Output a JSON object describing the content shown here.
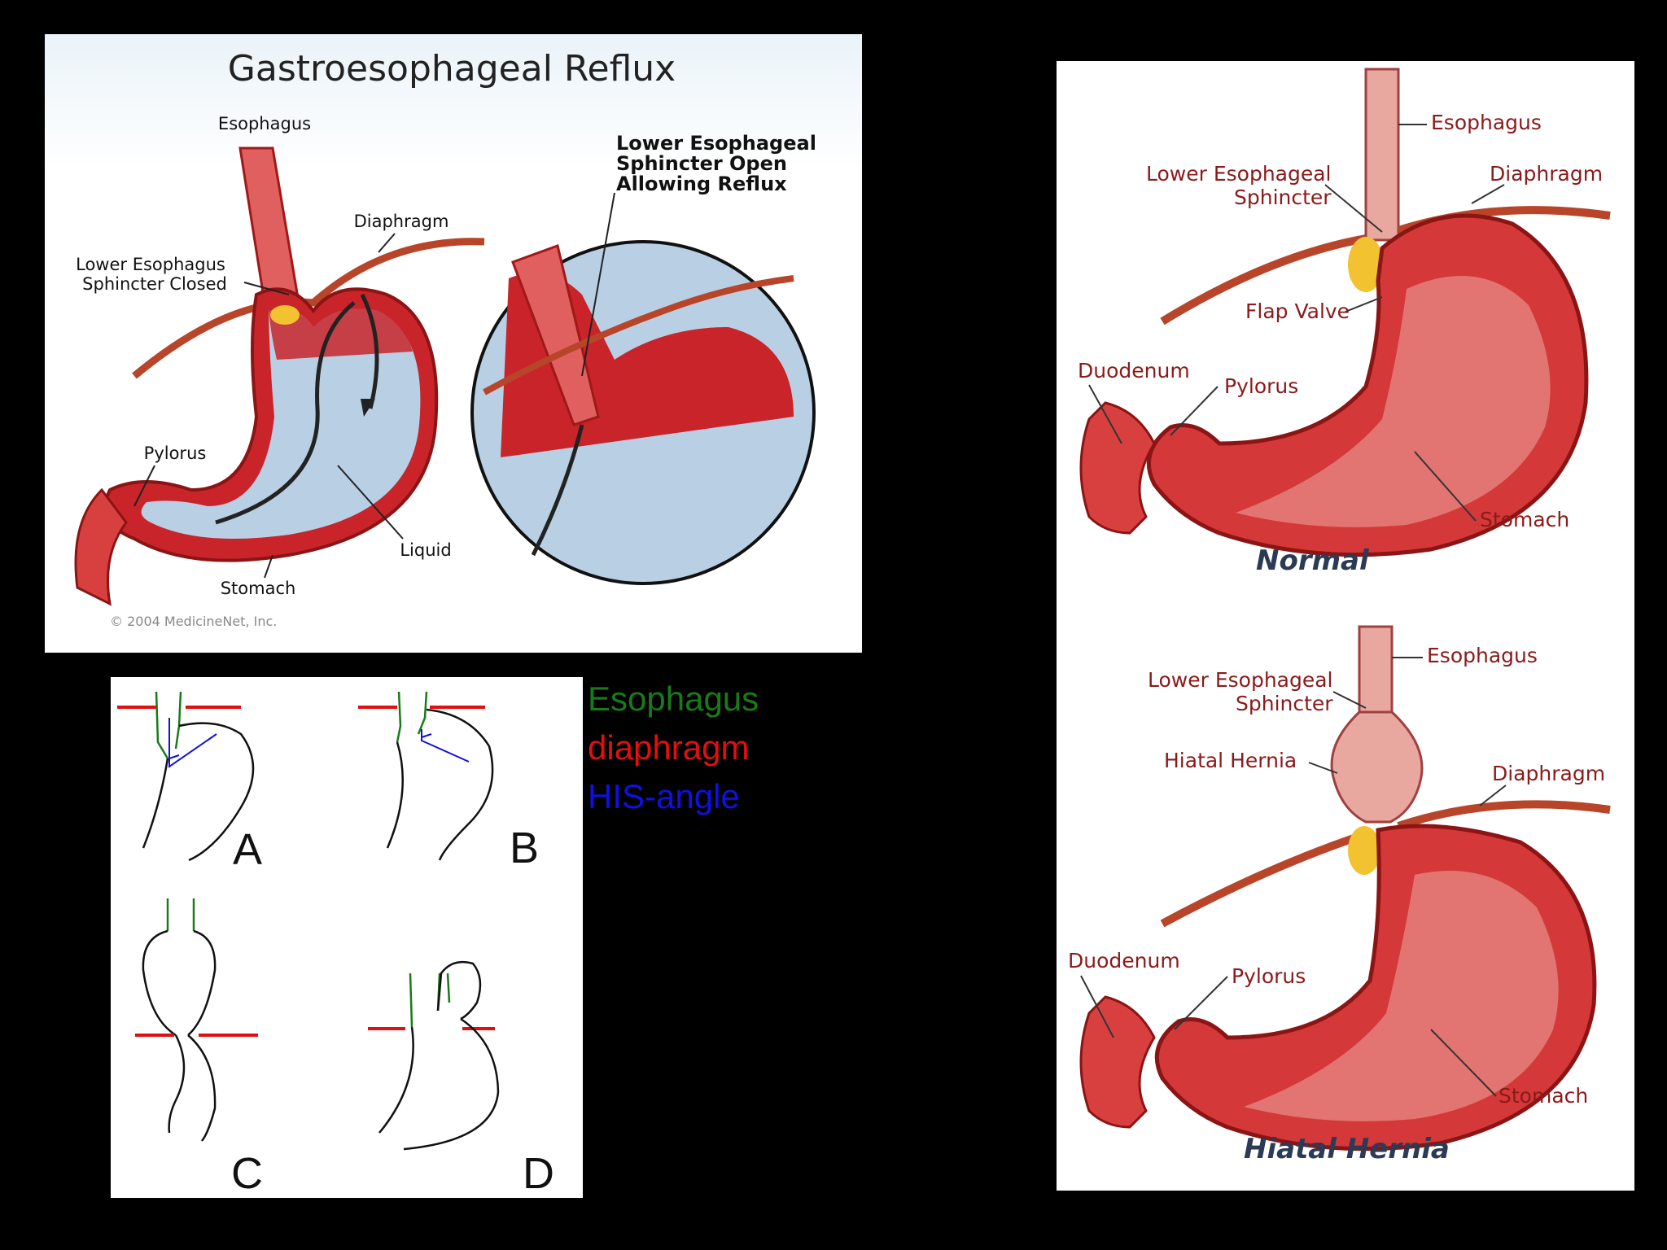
{
  "gerd": {
    "title": "Gastroesophageal Reflux",
    "labels": {
      "esophagus": "Esophagus",
      "diaphragm": "Diaphragm",
      "les_closed_1": "Lower Esophagus",
      "les_closed_2": "Sphincter Closed",
      "pylorus": "Pylorus",
      "liquid": "Liquid",
      "stomach": "Stomach",
      "les_open_1": "Lower Esophageal",
      "les_open_2": "Sphincter Open",
      "les_open_3": "Allowing Reflux"
    },
    "copyright": "© 2004 MedicineNet, Inc."
  },
  "schematic": {
    "letters": [
      "A",
      "B",
      "C",
      "D"
    ]
  },
  "legend": {
    "items": [
      {
        "label": "Esophagus",
        "color": "#1a7a1a"
      },
      {
        "label": "diaphragm",
        "color": "#e01010"
      },
      {
        "label": "HIS-angle",
        "color": "#1010e0"
      }
    ]
  },
  "anatomy": {
    "normal": {
      "esophagus": "Esophagus",
      "les_1": "Lower Esophageal",
      "les_2": "Sphincter",
      "diaphragm": "Diaphragm",
      "flap_valve": "Flap Valve",
      "duodenum": "Duodenum",
      "pylorus": "Pylorus",
      "stomach": "Stomach",
      "caption": "Normal"
    },
    "hernia": {
      "esophagus": "Esophagus",
      "les_1": "Lower Esophageal",
      "les_2": "Sphincter",
      "hiatal_hernia": "Hiatal Hernia",
      "diaphragm": "Diaphragm",
      "duodenum": "Duodenum",
      "pylorus": "Pylorus",
      "stomach": "Stomach",
      "caption": "Hiatal Hernia"
    }
  },
  "colors": {
    "tissue": "#c8242a",
    "tissue_light": "#e8908a",
    "liquid": "#b9cfe4",
    "fat": "#f2c230",
    "background": "#000000"
  }
}
